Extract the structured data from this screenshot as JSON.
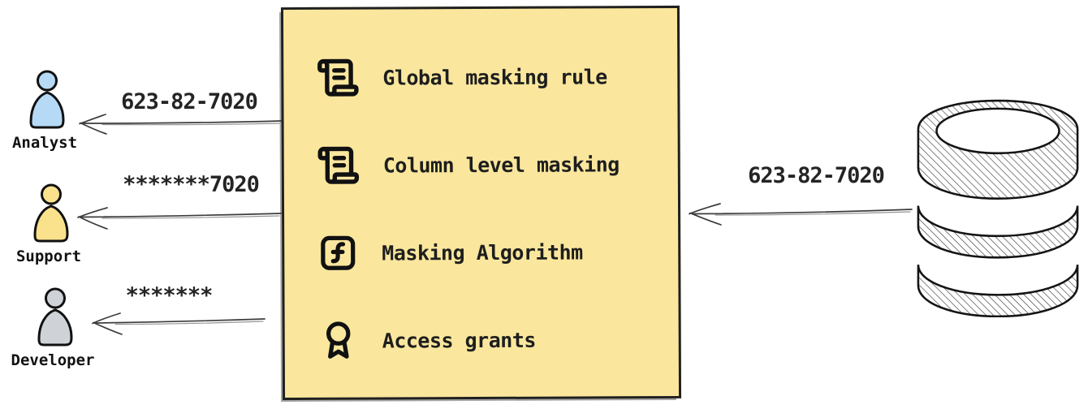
{
  "box": {
    "items": [
      {
        "icon": "scroll-text-icon",
        "label": "Global masking rule"
      },
      {
        "icon": "scroll-text-icon",
        "label": "Column level masking"
      },
      {
        "icon": "function-square-icon",
        "label": "Masking Algorithm"
      },
      {
        "icon": "award-icon",
        "label": "Access grants"
      }
    ],
    "fill": "#FAE79D",
    "border": "#202020"
  },
  "consumers": [
    {
      "name": "Analyst",
      "value": "623-82-7020",
      "color": "#B6DAF6",
      "icon": "person-icon"
    },
    {
      "name": "Support",
      "value": "*******7020",
      "color": "#FAE18C",
      "icon": "person-icon"
    },
    {
      "name": "Developer",
      "value": "*******",
      "color": "#CFD3D8",
      "icon": "person-icon"
    }
  ],
  "source": {
    "icon": "database-icon",
    "value": "623-82-7020"
  },
  "colors": {
    "ink": "#1b1b1b",
    "arrow": "#3c3c3c"
  }
}
